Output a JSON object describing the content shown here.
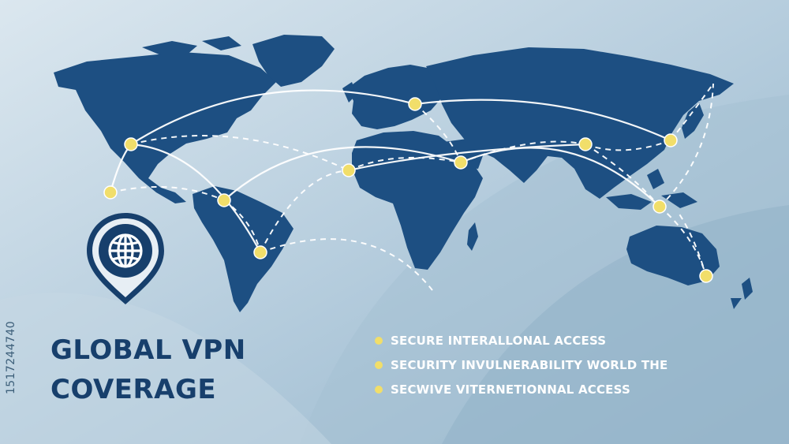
{
  "title": {
    "line1": "GLOBAL VPN",
    "line2": "COVERAGE"
  },
  "features": [
    "SECURE INTERALLONAL ACCESS",
    "SECURITY INVULNERABILITY WORLD THE",
    "SECWIVE VITERNETIONNAL ACCESS"
  ],
  "watermark_id": "1517244740",
  "badge_icon": "globe-location-pin",
  "colors": {
    "background": "#a9c4d6",
    "continents": "#1d4f82",
    "node": "#f1de6a",
    "title": "#173f6c",
    "bullet_text": "#ffffff"
  }
}
